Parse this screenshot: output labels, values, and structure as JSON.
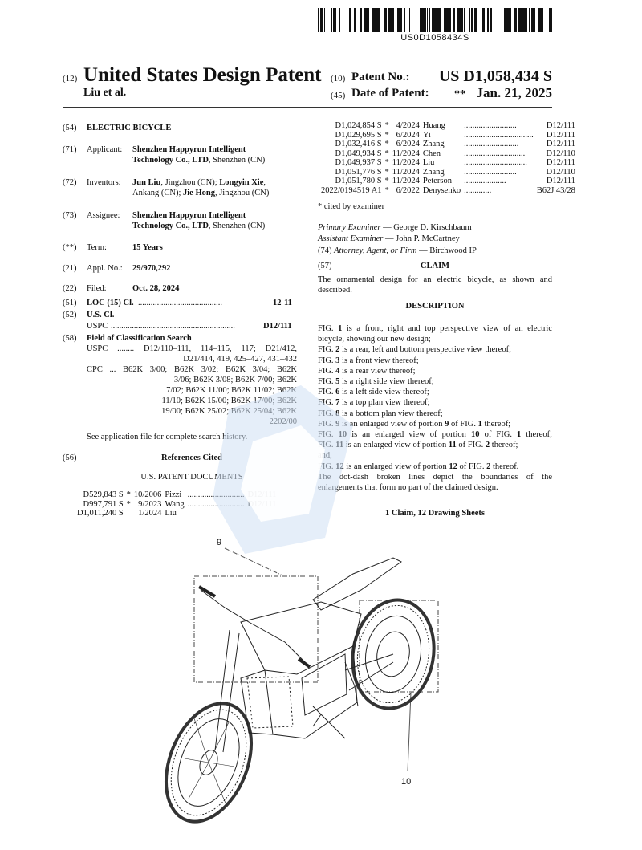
{
  "barcode_number": "US0D1058434S",
  "header": {
    "code12": "(12)",
    "title": "United States Design Patent",
    "authors": "Liu et al.",
    "code10": "(10)",
    "patent_no_label": "Patent No.:",
    "patent_no": "US D1,058,434 S",
    "code45": "(45)",
    "date_label": "Date of Patent:",
    "date_stars": "**",
    "date": "Jan. 21, 2025"
  },
  "left": {
    "f54": {
      "code": "(54)",
      "value": "ELECTRIC BICYCLE"
    },
    "f71": {
      "code": "(71)",
      "label": "Applicant:",
      "line1": "Shenzhen Happyrun Intelligent",
      "line2_b": "Technology Co., LTD",
      "line2": ", Shenzhen (CN)"
    },
    "f72": {
      "code": "(72)",
      "label": "Inventors:",
      "n1": "Jun Liu",
      "p1": ", Jingzhou (CN); ",
      "n2": "Longyin Xie",
      "p2": ",",
      "p3": "Ankang (CN); ",
      "n3": "Jie Hong",
      "p4": ", Jingzhou (CN)"
    },
    "f73": {
      "code": "(73)",
      "label": "Assignee:",
      "line1": "Shenzhen Happyrun Intelligent",
      "line2_b": "Technology Co., LTD",
      "line2": ", Shenzhen (CN)"
    },
    "term": {
      "code": "(**)",
      "label": "Term:",
      "value": "15 Years"
    },
    "f21": {
      "code": "(21)",
      "label": "Appl. No.:",
      "value": "29/970,292"
    },
    "f22": {
      "code": "(22)",
      "label": "Filed:",
      "value": "Oct. 28, 2024"
    },
    "f51": {
      "code": "(51)",
      "label": "LOC (15) Cl.",
      "dots": "........................................",
      "value": "12-11"
    },
    "f52": {
      "code": "(52)",
      "label": "U.S. Cl.",
      "uspc": "USPC",
      "dots": "...........................................................",
      "value": "D12/111"
    },
    "f58": {
      "code": "(58)",
      "label": "Field of Classification Search",
      "uspc_lines": [
        "USPC ........ D12/110–111, 114–115, 117; D21/412,",
        "D21/414, 419, 425–427, 431–432"
      ],
      "cpc_lines": [
        "CPC ... B62K 3/00; B62K 3/02; B62K 3/04; B62K",
        "3/06; B62K 3/08; B62K 7/00; B62K",
        "7/02; B62K 11/00; B62K 11/02; B62K",
        "11/10; B62K 15/00; B62K 17/00; B62K",
        "19/00; B62K 25/02; B62K 25/04; B62K",
        "2202/00"
      ],
      "note": "See application file for complete search history."
    },
    "f56": {
      "code": "(56)",
      "label": "References Cited",
      "subhead": "U.S. PATENT DOCUMENTS"
    },
    "refs": [
      {
        "no": "D529,843 S",
        "star": "*",
        "date": "10/2006",
        "name": "Pizzi",
        "dots": "...........................",
        "cls": "D12/111"
      },
      {
        "no": "D997,791 S",
        "star": "*",
        "date": "9/2023",
        "name": "Wang",
        "dots": "...........................",
        "cls": "D12/111"
      },
      {
        "no": "D1,011,240 S",
        "star": "",
        "date": "1/2024",
        "name": "Liu",
        "dots": "",
        "cls": ""
      }
    ]
  },
  "right": {
    "refs": [
      {
        "no": "D1,024,854 S",
        "star": "*",
        "date": "4/2024",
        "name": "Huang",
        "dots": ".........................",
        "cls": "D12/111"
      },
      {
        "no": "D1,029,695 S",
        "star": "*",
        "date": "6/2024",
        "name": "Yi",
        "dots": ".................................",
        "cls": "D12/111"
      },
      {
        "no": "D1,032,416 S",
        "star": "*",
        "date": "6/2024",
        "name": "Zhang",
        "dots": "..........................",
        "cls": "D12/111"
      },
      {
        "no": "D1,049,934 S",
        "star": "*",
        "date": "11/2024",
        "name": "Chen",
        "dots": ".............................",
        "cls": "D12/110"
      },
      {
        "no": "D1,049,937 S",
        "star": "*",
        "date": "11/2024",
        "name": "Liu",
        "dots": "..............................",
        "cls": "D12/111"
      },
      {
        "no": "D1,051,776 S",
        "star": "*",
        "date": "11/2024",
        "name": "Zhang",
        "dots": ".........................",
        "cls": "D12/110"
      },
      {
        "no": "D1,051,780 S",
        "star": "*",
        "date": "11/2024",
        "name": "Peterson",
        "dots": "....................",
        "cls": "D12/111"
      },
      {
        "no": "2022/0194519 A1",
        "star": "*",
        "date": "6/2022",
        "name": "Denysenko",
        "dots": ".............",
        "cls": "B62J 43/28"
      }
    ],
    "cited_note": "* cited by examiner",
    "primary_examiner_label": "Primary Examiner",
    "primary_examiner": " — George D. Kirschbaum",
    "assistant_examiner_label": "Assistant Examiner",
    "assistant_examiner": " — John P. McCartney",
    "f74_code": "(74)",
    "f74_label": "Attorney, Agent, or Firm",
    "f74_value": " — Birchwood IP",
    "f57_code": "(57)",
    "claim_head": "CLAIM",
    "claim_lines": [
      "The ornamental design for an electric bicycle, as shown and",
      "described."
    ],
    "desc_head": "DESCRIPTION",
    "desc_lines": [
      [
        "FIG. ",
        "1",
        " is a front, right and top perspective view of an electric"
      ],
      [
        "bicycle, showing our new design;"
      ],
      [
        "FIG. ",
        "2",
        " is a rear, left and bottom perspective view thereof;"
      ],
      [
        "FIG. ",
        "3",
        " is a front view thereof;"
      ],
      [
        "FIG. ",
        "4",
        " is a rear view thereof;"
      ],
      [
        "FIG. ",
        "5",
        " is a right side view thereof;"
      ],
      [
        "FIG. ",
        "6",
        " is a left side view thereof;"
      ],
      [
        "FIG. ",
        "7",
        " is a top plan view thereof;"
      ],
      [
        "FIG. ",
        "8",
        " is a bottom plan view thereof;"
      ],
      [
        "FIG. ",
        "9",
        " is an enlarged view of portion ",
        "9",
        " of FIG. ",
        "1",
        " thereof;"
      ],
      [
        "FIG. ",
        "10",
        " is an enlarged view of portion ",
        "10",
        " of FIG. ",
        "1",
        " thereof;"
      ],
      [
        "FIG. ",
        "11",
        " is an enlarged view of portion ",
        "11",
        " of FIG. ",
        "2",
        " thereof;"
      ],
      [
        "and,"
      ],
      [
        "FIG. ",
        "12",
        " is an enlarged view of portion ",
        "12",
        " of FIG. ",
        "2",
        " thereof."
      ],
      [
        "The dot-dash broken lines depict the boundaries of the"
      ],
      [
        "enlargements that form no part of the claimed design."
      ]
    ],
    "claims_summary": "1 Claim, 12 Drawing Sheets"
  },
  "drawing": {
    "label_9": "9",
    "label_10": "10"
  }
}
